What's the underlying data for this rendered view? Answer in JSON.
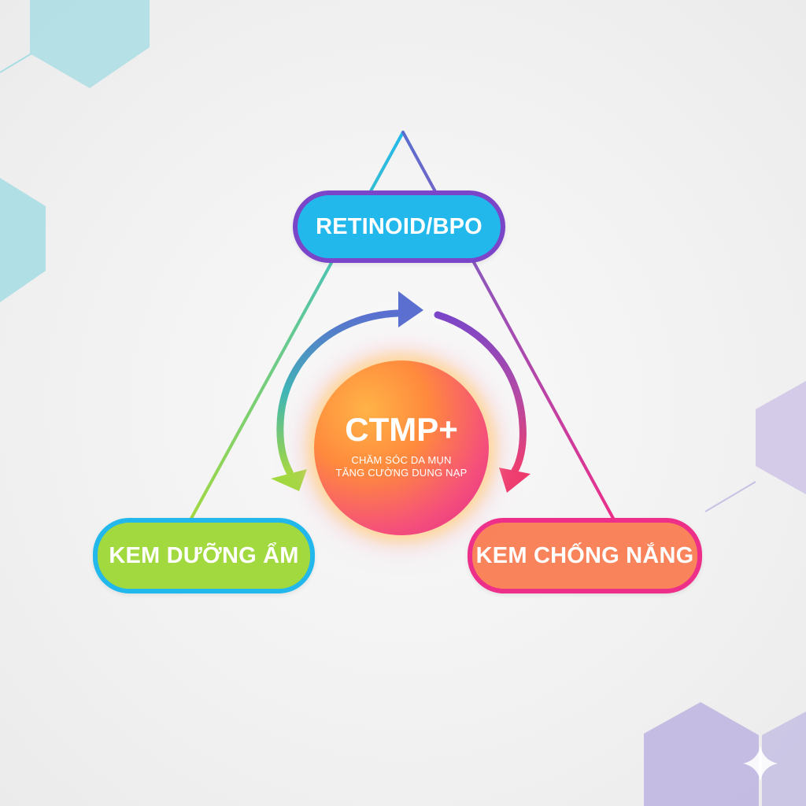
{
  "nodes": {
    "top": "RETINOID/BPO",
    "left": "KEM DƯỠNG ẨM",
    "right": "KEM CHỐNG NẮNG"
  },
  "center": {
    "title": "CTMP+",
    "line1": "CHĂM SÓC DA MỤN",
    "line2": "TĂNG CƯỜNG DUNG NẠP"
  },
  "colors": {
    "background": "#f2f2f2",
    "cyan": "#22b8ec",
    "purple": "#7a45c9",
    "lime": "#a2d93f",
    "coral": "#f9835a",
    "magenta": "#ee2f8a",
    "orange": "#ff8a3d"
  },
  "icons": [
    "hexagon-decoration",
    "sparkle-icon"
  ]
}
